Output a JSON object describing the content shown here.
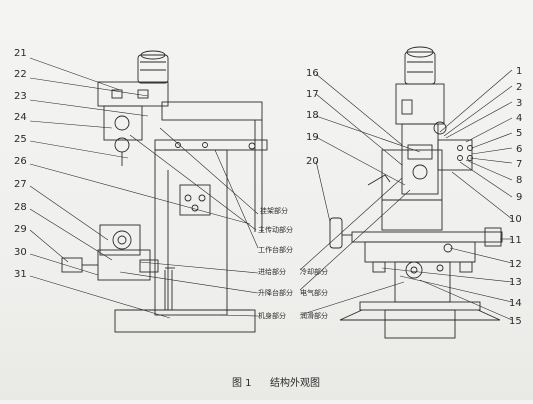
{
  "callouts_left": [
    "21",
    "22",
    "23",
    "24",
    "25",
    "26",
    "27",
    "28",
    "29",
    "30",
    "31"
  ],
  "callouts_right": [
    "1",
    "2",
    "3",
    "4",
    "5",
    "6",
    "7",
    "8",
    "9",
    "10",
    "11",
    "12",
    "13",
    "14",
    "15",
    "16",
    "17",
    "18",
    "19",
    "20"
  ],
  "part_labels": [
    "挂架部分",
    "主传动部分",
    "工作台部分",
    "进给部分",
    "升降台部分",
    "机身部分",
    "冷却部分",
    "电气部分",
    "润滑部分"
  ],
  "caption": {
    "figure_no": "图 1",
    "title": "结构外观图"
  },
  "colors": {
    "ink": "#2a2a2a",
    "paper": "#f3f3f1"
  }
}
